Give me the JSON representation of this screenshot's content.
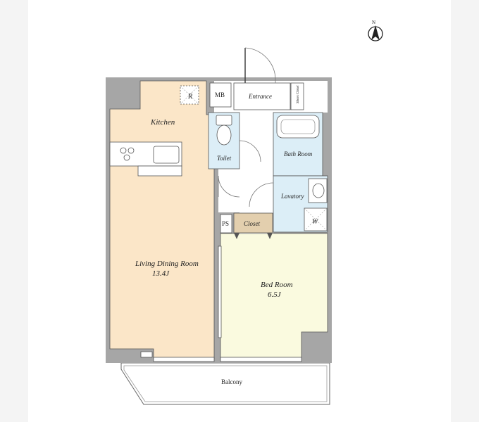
{
  "compass": {
    "letter": "N",
    "icon": "north-arrow-icon"
  },
  "rooms": {
    "kitchen": "Kitchen",
    "range_hood": "R",
    "mb": "MB",
    "entrance": "Entrance",
    "shoe_closet": "Shoes Closet",
    "toilet": "Toilet",
    "bath_room": "Bath Room",
    "lavatory": "Lavatory",
    "washer": "W",
    "ps": "PS",
    "closet": "Closet",
    "living_name": "Living Dining Room",
    "living_size": "13.4J",
    "bed_name": "Bed Room",
    "bed_size": "6.5J",
    "balcony": "Balcony"
  },
  "colors": {
    "wall": "#a6a6a6",
    "kitchen_living": "#fbe6c8",
    "bedroom": "#fafadf",
    "wet_area": "#dceef7",
    "closet": "#e3cfae",
    "line": "#555555"
  }
}
